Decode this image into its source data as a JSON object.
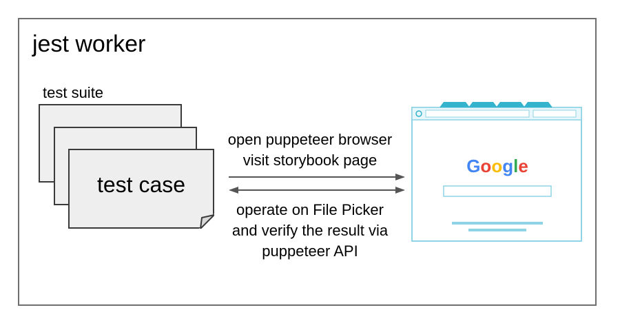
{
  "title": "jest worker",
  "suite_label": "test suite",
  "case_label": "test case",
  "top_text": [
    "open puppeteer browser",
    "visit storybook page"
  ],
  "bottom_text": [
    "operate on File Picker",
    "and verify the result via",
    "puppeteer API"
  ],
  "browser_logo": "Google",
  "colors": {
    "border": "#6f6f6f",
    "card_fill": "#efefef",
    "arrow": "#555555",
    "browser_line": "#8fd3e6",
    "browser_tab": "#33b3cc",
    "logo_blue": "#4285f4",
    "logo_red": "#ea4335",
    "logo_yellow": "#fbbc05",
    "logo_green": "#34a853"
  }
}
